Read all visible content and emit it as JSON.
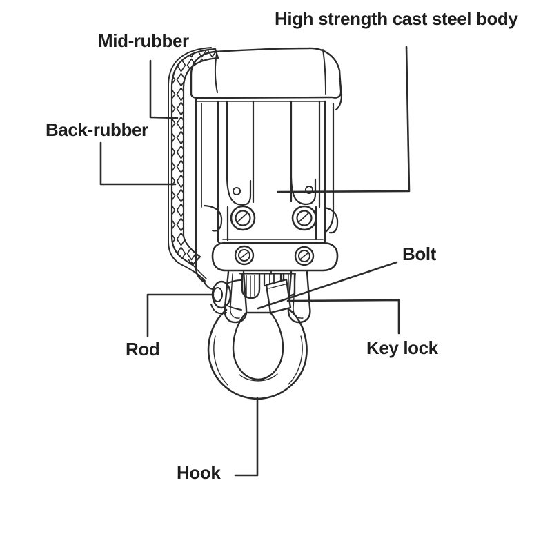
{
  "diagram": {
    "type": "technical-callout-diagram",
    "subject": "safety hook / shackle release device",
    "background_color": "#ffffff",
    "line_color": "#2b2b2b",
    "text_color": "#1d1d1d",
    "labels": {
      "cast_steel_body": "High strength cast steel body",
      "mid_rubber": "Mid-rubber",
      "back_rubber": "Back-rubber",
      "bolt": "Bolt",
      "rod": "Rod",
      "key_lock": "Key lock",
      "hook": "Hook"
    }
  }
}
